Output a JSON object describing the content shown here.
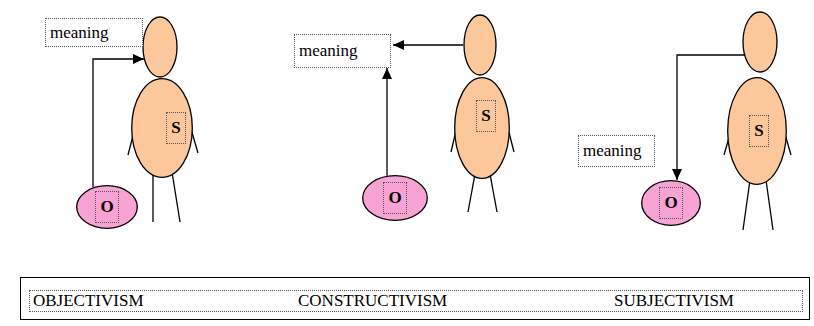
{
  "diagram": {
    "nodes": [
      {
        "text": [
          "meaning"
        ]
      },
      {
        "text": [
          "S"
        ]
      },
      {
        "text": [
          "O"
        ]
      },
      {
        "text": [
          "meaning"
        ]
      },
      {
        "text": [
          "S"
        ]
      },
      {
        "text": [
          "O"
        ]
      },
      {
        "text": [
          "meaning"
        ]
      },
      {
        "text": [
          "S"
        ]
      },
      {
        "text": [
          "O"
        ]
      },
      {
        "text": [
          "OBJECTIVISM",
          "CONSTRUCTIVISM",
          "SUBJECTIVISM"
        ]
      }
    ],
    "edges": [
      {
        "from": 5,
        "to": 3,
        "arrow": "to"
      }
    ]
  }
}
